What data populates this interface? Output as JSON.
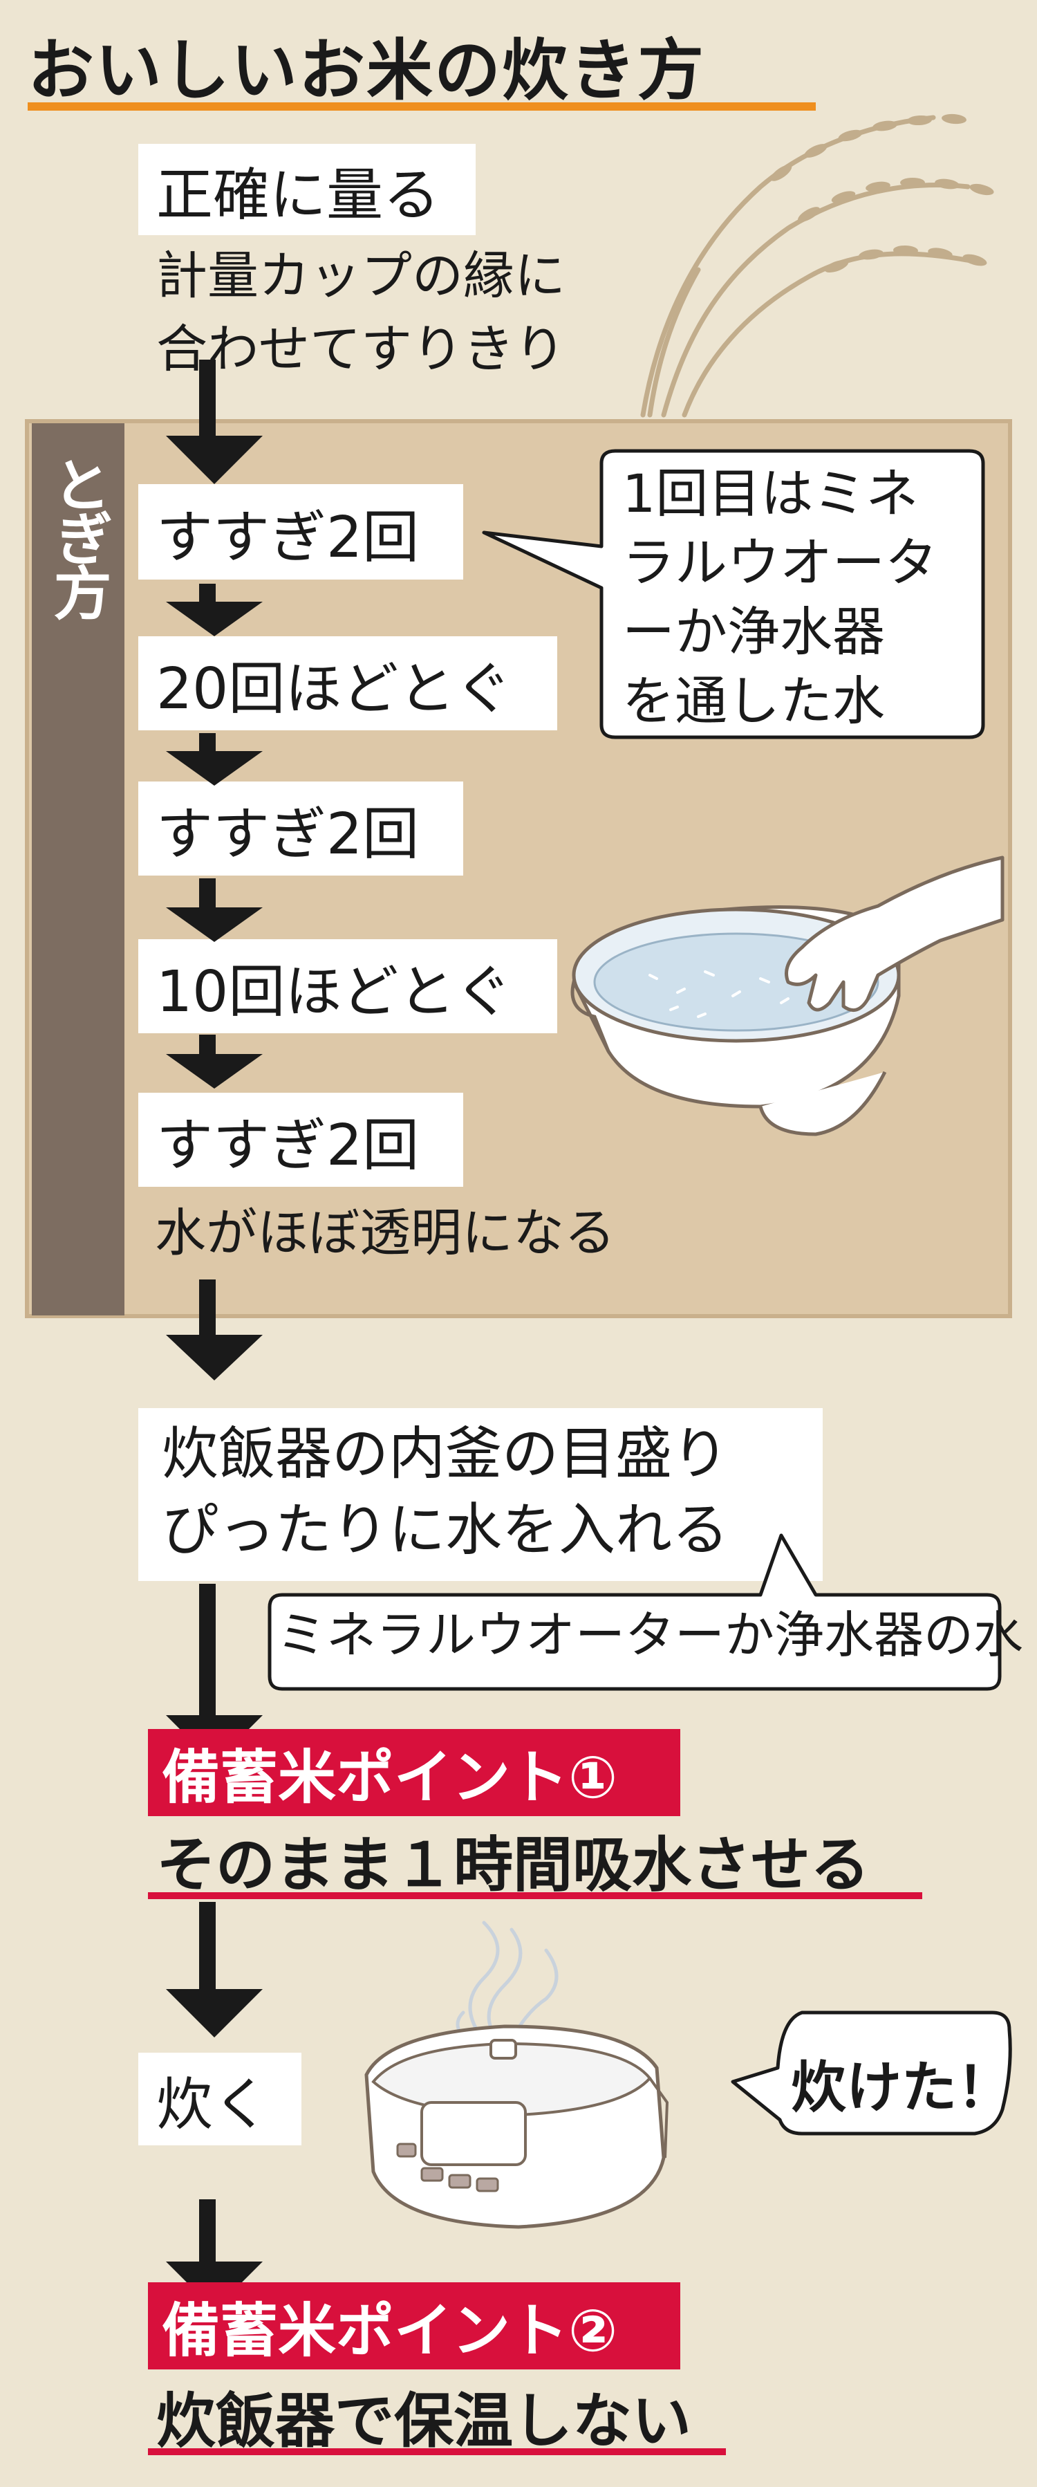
{
  "title": "おいしいお米の炊き方",
  "steps": {
    "measure": {
      "label": "正確に量る",
      "note_line1": "計量カップの縁に",
      "note_line2": "合わせてすりきり"
    },
    "washing_section": {
      "label": "とぎ方",
      "steps": [
        "すすぎ2回",
        "20回ほどとぐ",
        "すすぎ2回",
        "10回ほどとぐ",
        "すすぎ2回"
      ],
      "result_note": "水がほぼ透明になる",
      "callout": [
        "1回目はミネ",
        "ラルウオータ",
        "ーか浄水器",
        "を通した水"
      ]
    },
    "water": {
      "line1": "炊飯器の内釜の目盛り",
      "line2": "ぴったりに水を入れる",
      "callout": "ミネラルウオーターか浄水器の水"
    },
    "point1": {
      "badge": "備蓄米ポイント①",
      "text": "そのまま１時間吸水させる"
    },
    "cook": {
      "label": "炊く",
      "speech": "炊けた！"
    },
    "point2": {
      "badge": "備蓄米ポイント②",
      "text": "炊飯器で保温しない"
    }
  }
}
